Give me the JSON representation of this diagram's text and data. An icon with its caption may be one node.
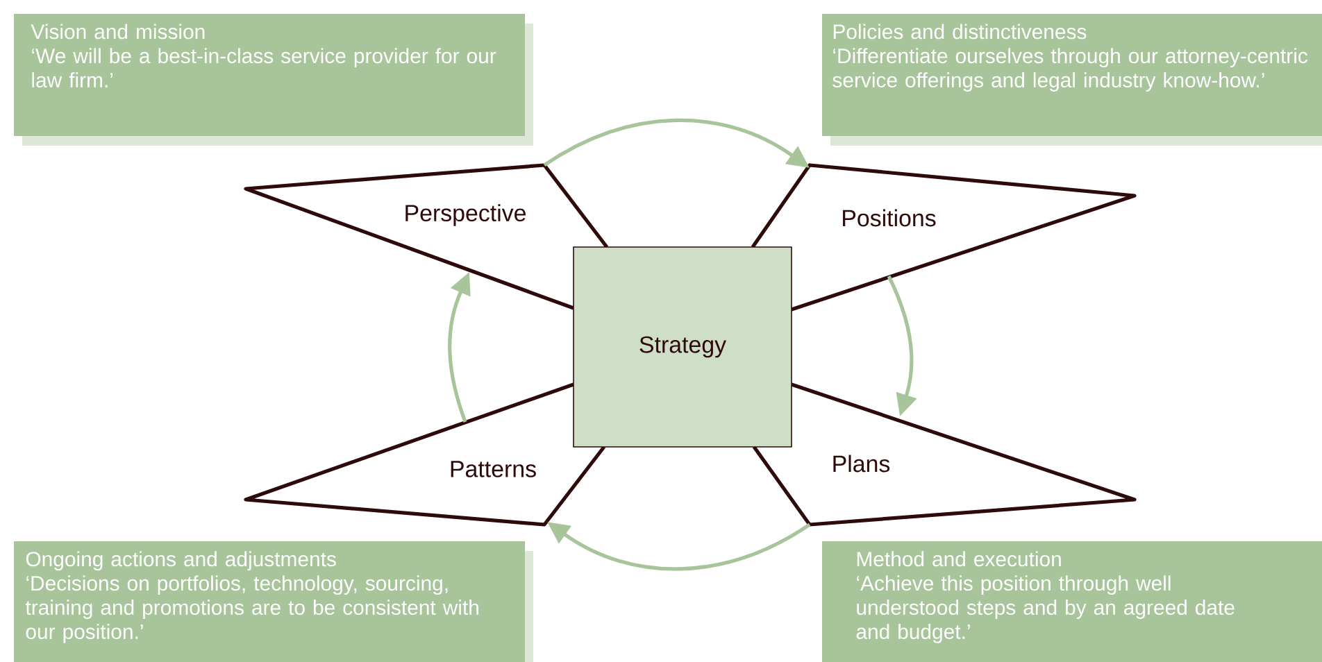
{
  "diagram": {
    "nodes": [
      {
        "text": [
          "Vision and mission",
          "‘We will be a best-in-class service provider for our law firm.’"
        ]
      },
      {
        "text": [
          "Policies and distinctiveness",
          "‘Differentiate ourselves through our attorney-centric service offerings and legal industry know-how.’"
        ]
      },
      {
        "text": [
          "Perspective"
        ]
      },
      {
        "text": [
          "Positions"
        ]
      },
      {
        "text": [
          "Strategy"
        ]
      },
      {
        "text": [
          "Patterns"
        ]
      },
      {
        "text": [
          "Plans"
        ]
      },
      {
        "text": [
          "Ongoing actions and adjustments",
          "‘Decisions on portfolios, technology, sourcing, training and promotions are to be consistent with our position.’"
        ]
      },
      {
        "text": [
          "Method and execution",
          "‘Achieve this position through well understood steps and by an agreed date and budget.’"
        ]
      }
    ],
    "edges": [
      {
        "from": 2,
        "to": 3,
        "arrow": "to"
      },
      {
        "from": 3,
        "to": 6,
        "arrow": "to"
      },
      {
        "from": 6,
        "to": 5,
        "arrow": "to"
      },
      {
        "from": 5,
        "to": 2,
        "arrow": "to"
      }
    ]
  }
}
